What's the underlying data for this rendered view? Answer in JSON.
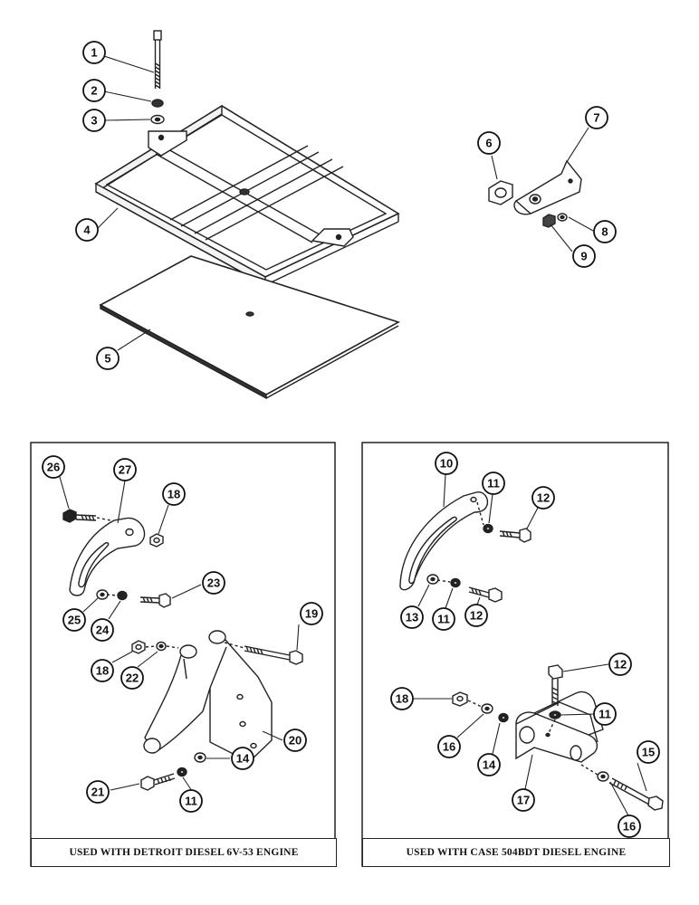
{
  "callouts": {
    "c1": "1",
    "c2": "2",
    "c3": "3",
    "c4": "4",
    "c5": "5",
    "c6": "6",
    "c7": "7",
    "c8": "8",
    "c9": "9",
    "l26": "26",
    "l27": "27",
    "l18a": "18",
    "l25": "25",
    "l24": "24",
    "l23": "23",
    "l18b": "18",
    "l22": "22",
    "l19": "19",
    "l20": "20",
    "l21": "21",
    "l11": "11",
    "l14": "14",
    "r10": "10",
    "r11a": "11",
    "r12a": "12",
    "r13": "13",
    "r11b": "11",
    "r12b": "12",
    "r12c": "12",
    "r18": "18",
    "r11c": "11",
    "r16a": "16",
    "r14": "14",
    "r15": "15",
    "r17": "17",
    "r16b": "16"
  },
  "panels": {
    "left_caption": "USED WITH DETROIT DIESEL 6V-53 ENGINE",
    "right_caption": "USED WITH CASE 504BDT DIESEL ENGINE"
  }
}
